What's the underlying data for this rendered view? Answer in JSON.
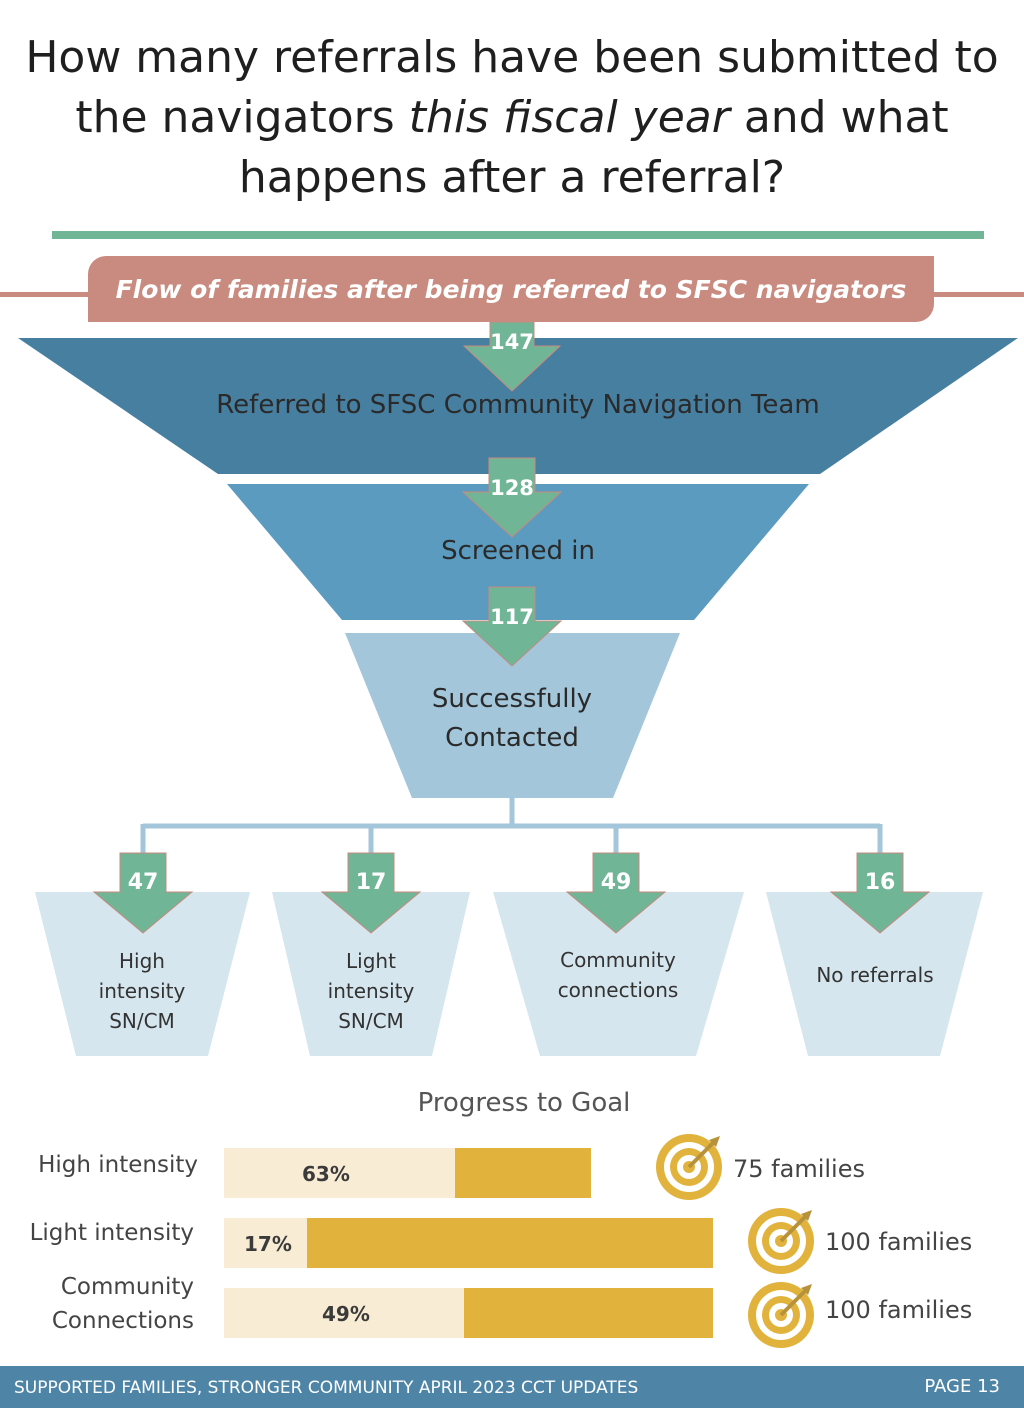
{
  "header": {
    "title_line1": "How many referrals have been submitted to",
    "title_line2_a": "the navigators ",
    "title_line2_italic": "this fiscal year",
    "title_line2_b": " and what",
    "title_line3": "happens after a referral?"
  },
  "banner": {
    "text": "Flow of families after being referred to SFSC navigators"
  },
  "funnel": {
    "stages": [
      {
        "count": "147",
        "label": "Referred to SFSC Community Navigation Team",
        "color": "#477fa1"
      },
      {
        "count": "128",
        "label": "Screened in",
        "color": "#5b9bbf"
      },
      {
        "count": "117",
        "label_line1": "Successfully",
        "label_line2": "Contacted",
        "color": "#a3c6da"
      }
    ],
    "arrow_color": "#6fb596"
  },
  "branches": [
    {
      "count": "47",
      "line1": "High",
      "line2": "intensity",
      "line3": "SN/CM"
    },
    {
      "count": "17",
      "line1": "Light",
      "line2": "intensity",
      "line3": "SN/CM"
    },
    {
      "count": "49",
      "line1": "Community",
      "line2": "connections"
    },
    {
      "count": "16",
      "line1": "No referrals"
    }
  ],
  "progress": {
    "title": "Progress to Goal",
    "rows": [
      {
        "label_line1": "High intensity",
        "pct_label": "63%",
        "fraction": 0.63,
        "goal": "75 families"
      },
      {
        "label_line1": "Light intensity",
        "pct_label": "17%",
        "fraction": 0.17,
        "goal": "100 families"
      },
      {
        "label_line1": "Community",
        "label_line2": "Connections",
        "pct_label": "49%",
        "fraction": 0.49,
        "goal": "100 families"
      }
    ],
    "icon": "target-icon",
    "colors": {
      "achieved": "#f9ecd4",
      "remaining": "#e2b33c"
    }
  },
  "footer": {
    "text": "SUPPORTED FAMILIES, STRONGER COMMUNITY APRIL 2023 CCT UPDATES",
    "page": "PAGE 13"
  }
}
